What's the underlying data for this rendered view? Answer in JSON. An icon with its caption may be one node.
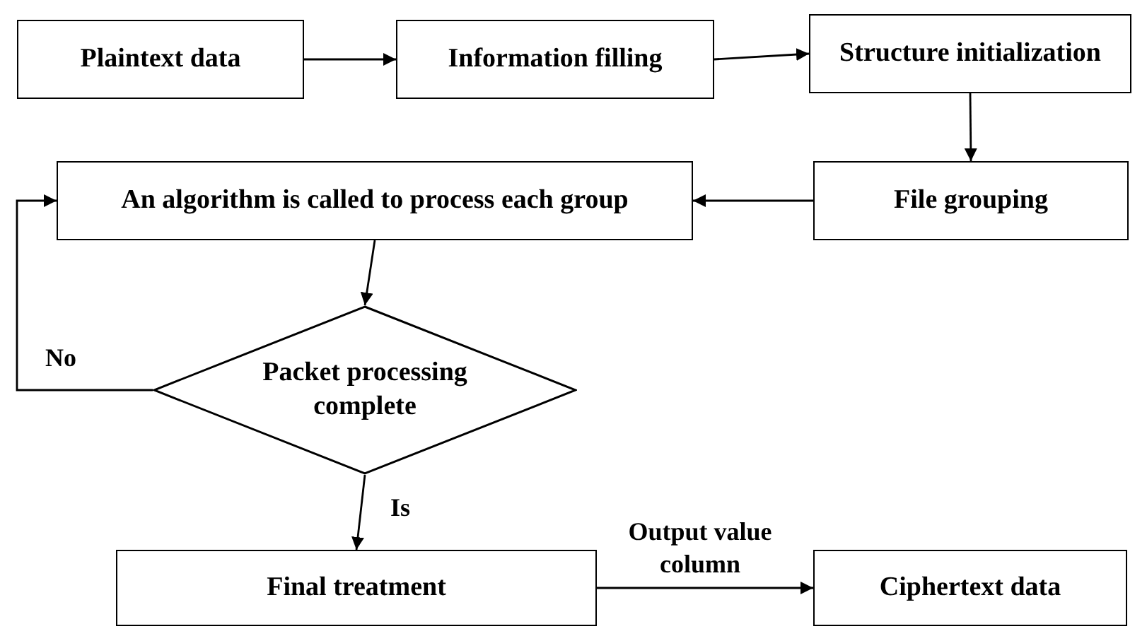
{
  "diagram": {
    "nodes": [
      {
        "text": [
          "Plaintext data"
        ]
      },
      {
        "text": [
          "Information filling"
        ]
      },
      {
        "text": [
          "Structure initialization"
        ]
      },
      {
        "text": [
          "File grouping"
        ]
      },
      {
        "text": [
          "An algorithm is called to process each group"
        ]
      },
      {
        "text": [
          "Packet processing complete"
        ]
      },
      {
        "text": [
          "Final treatment"
        ]
      },
      {
        "text": [
          "Ciphertext data"
        ]
      }
    ],
    "edges": [
      {
        "from": 0,
        "to": 1,
        "arrow": "to"
      },
      {
        "from": 1,
        "to": 2,
        "arrow": "to"
      },
      {
        "from": 2,
        "to": 3,
        "arrow": "to"
      },
      {
        "from": 3,
        "to": 4,
        "arrow": "to"
      },
      {
        "from": 4,
        "to": 5,
        "arrow": "to"
      },
      {
        "from": 5,
        "to": 4,
        "arrow": "to",
        "label": "No"
      },
      {
        "from": 5,
        "to": 6,
        "arrow": "to",
        "label": "Is"
      },
      {
        "from": 6,
        "to": 7,
        "arrow": "to",
        "label": "Output value column"
      }
    ]
  }
}
